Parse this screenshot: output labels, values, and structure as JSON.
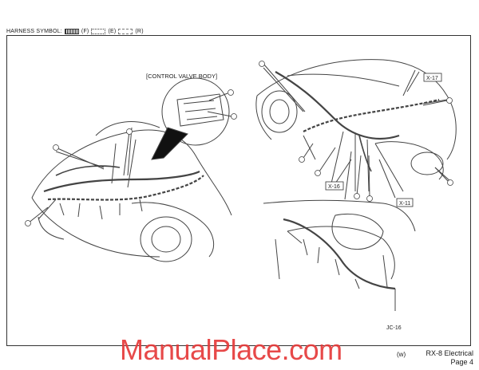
{
  "legend": {
    "harness_symbol_label": "HARNESS SYMBOL:",
    "f_label": "(F)",
    "e_label": "(E)",
    "r_label": "(R)"
  },
  "callouts": {
    "control_valve_body": "[CONTROL VALVE BODY]",
    "x16": "X-16",
    "x17": "X-17",
    "x11": "X-11",
    "jc16": "JC-16"
  },
  "footer": {
    "code": "(w)",
    "title": "RX-8 Electrical",
    "page": "Page 4"
  },
  "watermark": "ManualPlace.com"
}
